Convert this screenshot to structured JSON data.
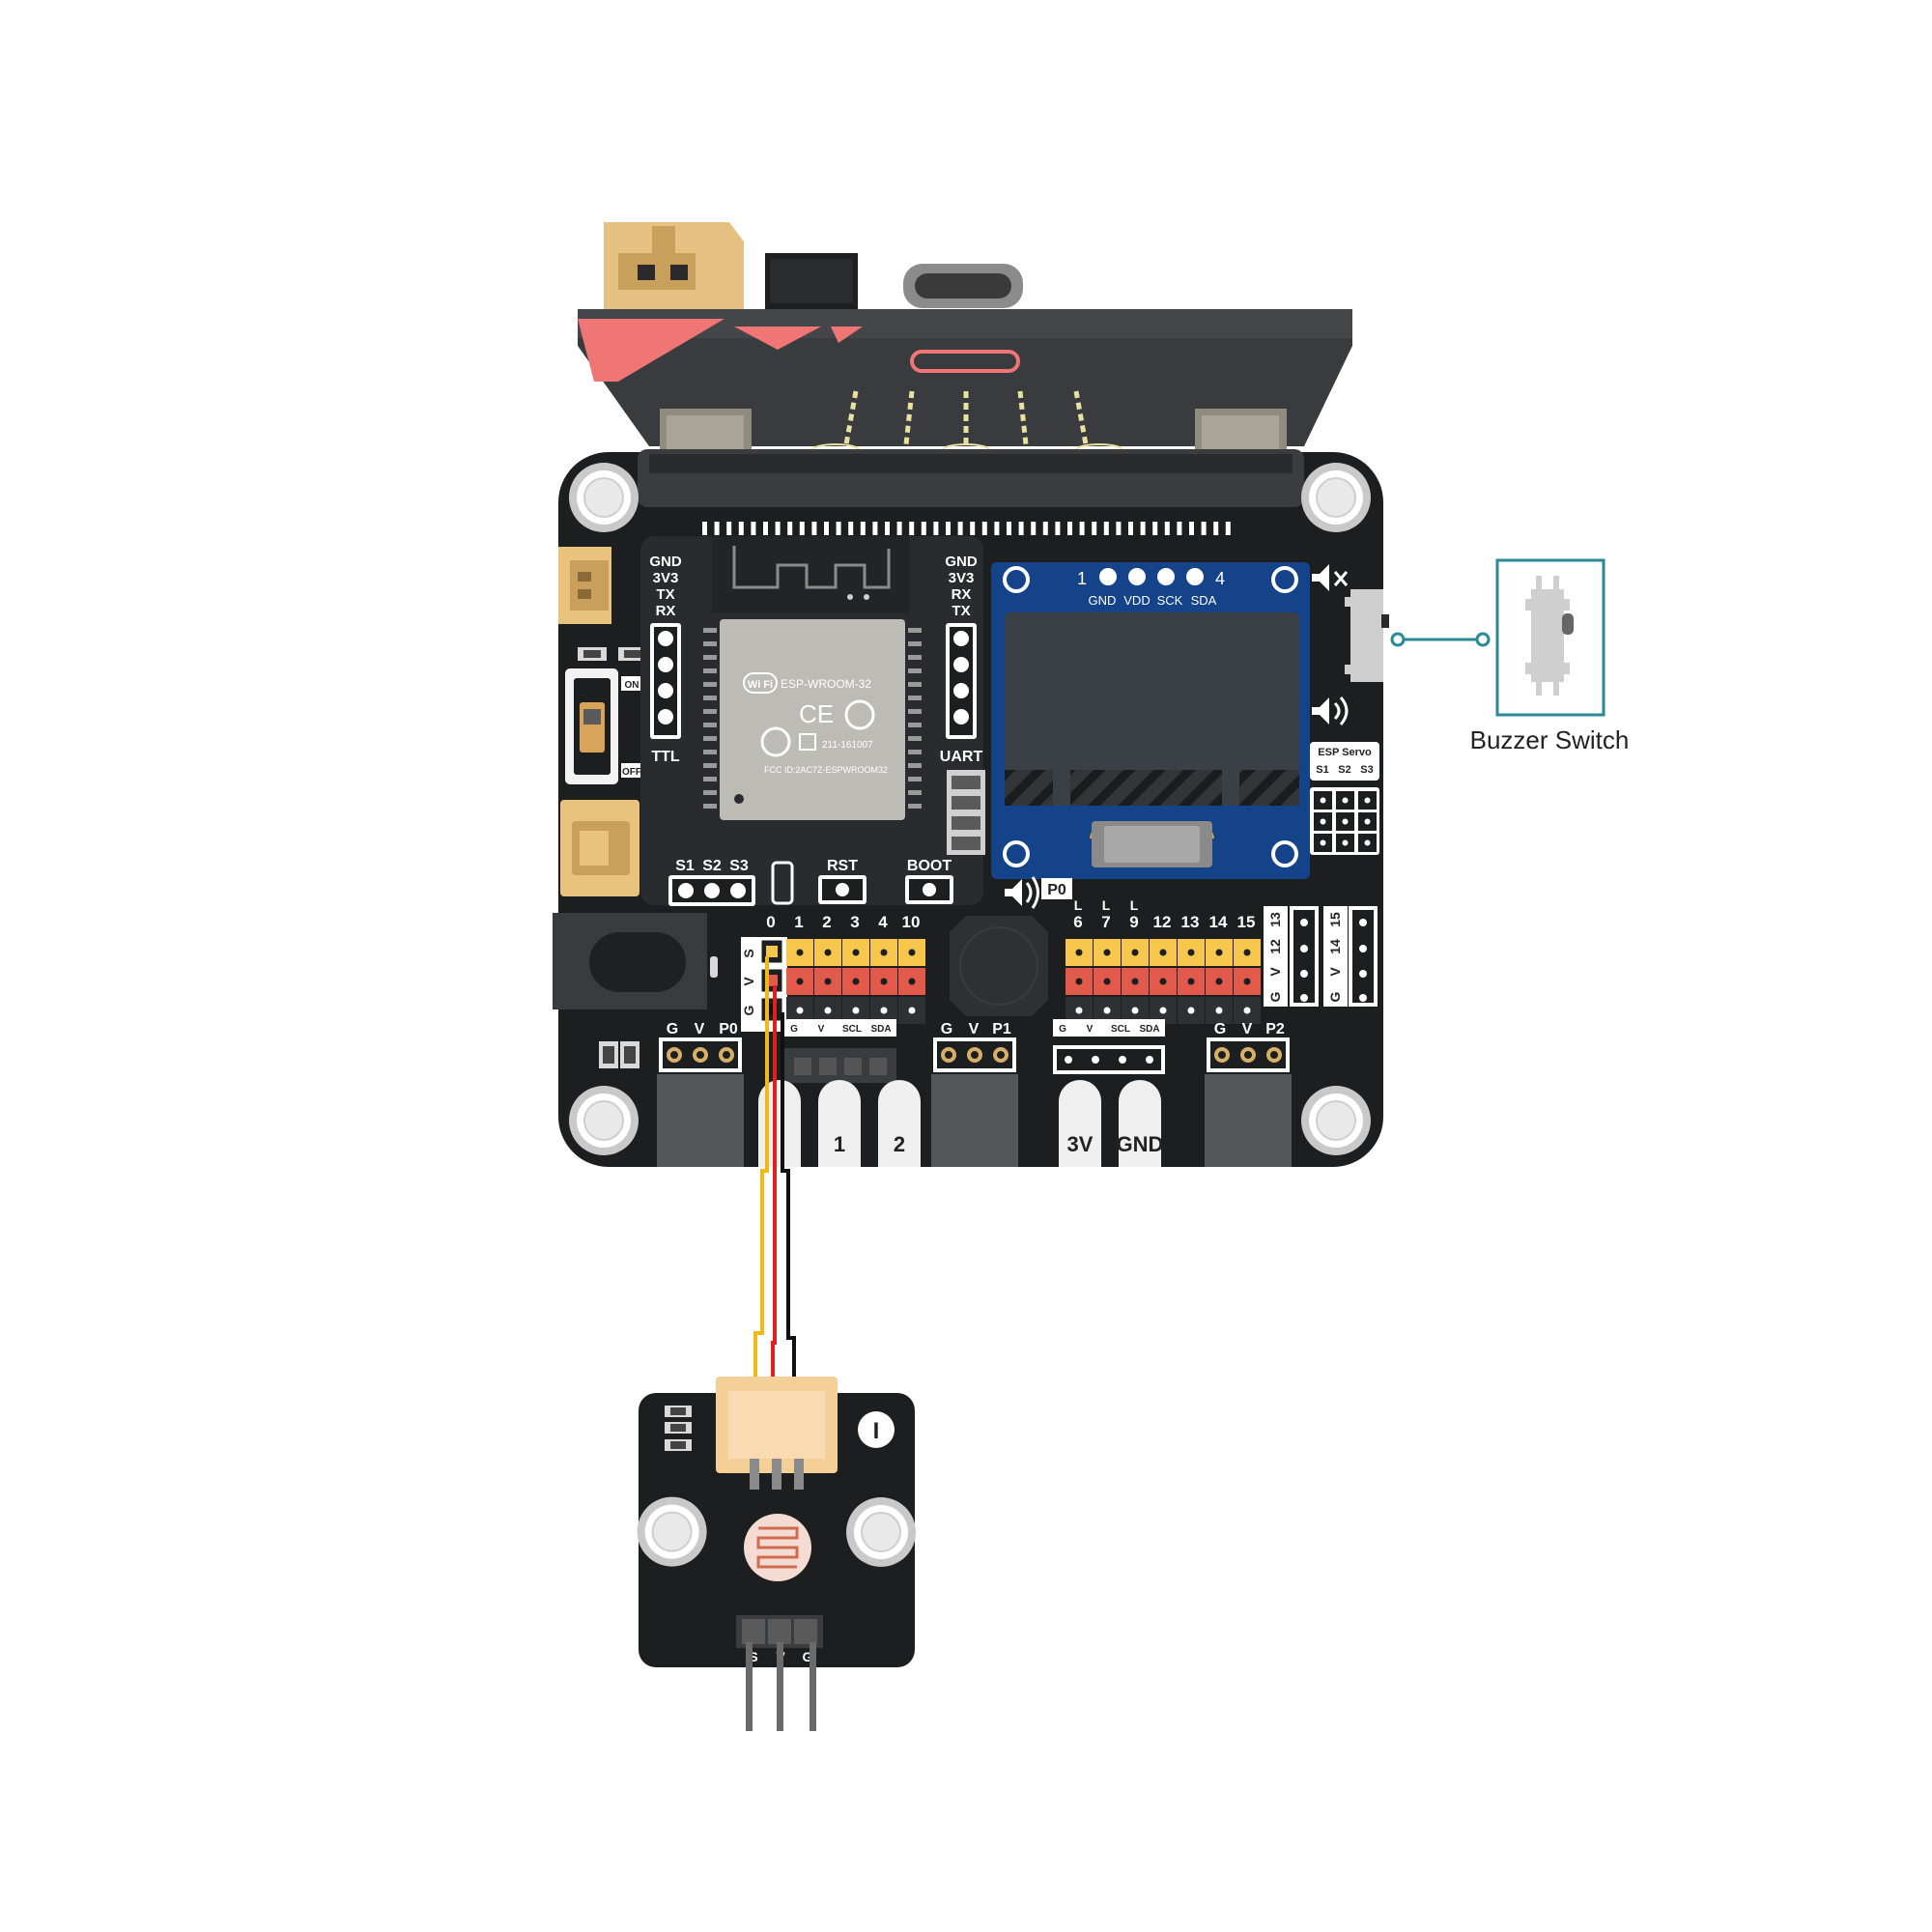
{
  "esp_module": {
    "title": "ESP-WROOM-32",
    "fcc_id": "FCC ID:2AC7Z-ESPWROOM32",
    "cert_number": "211-161007",
    "wifi_logo": "Wi Fi",
    "ce_mark": "CE"
  },
  "ttl_header": {
    "pins": [
      "GND",
      "3V3",
      "TX",
      "RX"
    ],
    "label": "TTL"
  },
  "uart_header": {
    "pins": [
      "GND",
      "3V3",
      "RX",
      "TX"
    ],
    "label": "UART"
  },
  "power_switch": {
    "on": "ON",
    "off": "OFF"
  },
  "servo_header": {
    "pins": [
      "S1",
      "S2",
      "S3"
    ]
  },
  "buttons": {
    "rst": "RST",
    "boot": "BOOT"
  },
  "oled": {
    "pin_start": "1",
    "pin_end": "4",
    "pins": [
      "GND",
      "VDD",
      "SCK",
      "SDA"
    ]
  },
  "esp_servo": {
    "title": "ESP Servo",
    "pins": [
      "S1",
      "S2",
      "S3"
    ]
  },
  "buzzer_pin": "P0",
  "gpio_left": {
    "labels": [
      "0",
      "1",
      "2",
      "3",
      "4",
      "10"
    ],
    "rows": [
      "S",
      "V",
      "G"
    ]
  },
  "gpio_right": {
    "labels": [
      "6",
      "7",
      "9",
      "12",
      "13",
      "14",
      "15"
    ],
    "l_marks": [
      "L",
      "L",
      "L"
    ]
  },
  "side_cols": {
    "col_a": [
      "13",
      "12",
      "V",
      "G"
    ],
    "col_b": [
      "15",
      "14",
      "V",
      "G"
    ]
  },
  "grove_p0": {
    "pins": [
      "G",
      "V",
      "P0"
    ]
  },
  "grove_p1": {
    "pins": [
      "G",
      "V",
      "P1"
    ]
  },
  "grove_p2": {
    "pins": [
      "G",
      "V",
      "P2"
    ]
  },
  "i2c_left": {
    "pins": [
      "G",
      "V",
      "SCL",
      "SDA"
    ]
  },
  "i2c_right": {
    "pins": [
      "G",
      "V",
      "SCL",
      "SDA"
    ]
  },
  "edge_pads": [
    "1",
    "2",
    "3V",
    "GND"
  ],
  "callout": {
    "label": "Buzzer Switch"
  },
  "sensor": {
    "pins": [
      "S",
      "V",
      "G"
    ],
    "marker": "I"
  },
  "colors": {
    "board": "#1d1e20",
    "wire_signal": "#f2b818",
    "wire_vcc": "#e02020",
    "wire_gnd": "#111111",
    "header_yellow": "#f6c74c",
    "header_red": "#e25a4c",
    "oled_blue": "#14438a",
    "callout_teal": "#2a8a96",
    "microbit_accent": "#f06060"
  }
}
